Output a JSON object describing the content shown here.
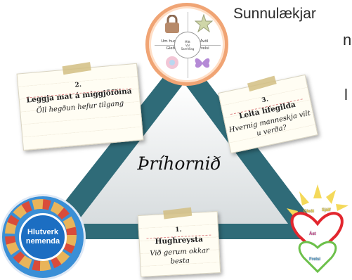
{
  "heading": "Sunnulækjar",
  "side_letters": [
    "n",
    "l"
  ],
  "center_title": "Þríhornið",
  "notes": {
    "two": {
      "num": "2.",
      "title": "Leggja mat á miggjöfðina",
      "desc": "Öll hegðun hefur tilgang"
    },
    "three": {
      "num": "3.",
      "title": "Leita lífegilda",
      "desc": "Hvernig manneskja vilt u verða?"
    },
    "one": {
      "num": "1.",
      "title": "Hughreysta",
      "desc": "Við gerum okkar besta"
    }
  },
  "top_circle": {
    "quadrants": [
      "Um hugga",
      "Ávöl",
      "Gleði",
      "Frelsi"
    ],
    "hub": [
      "Mitt",
      "Val",
      "Samfélag"
    ]
  },
  "bottom_left_circle": {
    "label": "Hlutverk nemenda"
  },
  "hearts": {
    "labels": [
      "Gleði",
      "Sjálf",
      "Ást",
      "Frelsi"
    ]
  },
  "colors": {
    "triangle": "#2f6b78",
    "triangle_inner": "#e6e9ea",
    "top_circle_border": "#f0a474",
    "circle_blue": "#1c6ec2"
  },
  "icons": [
    "padlock-icon",
    "star-icon",
    "butterfly-icon",
    "flower-icon",
    "sun-icon",
    "heart-icon"
  ]
}
